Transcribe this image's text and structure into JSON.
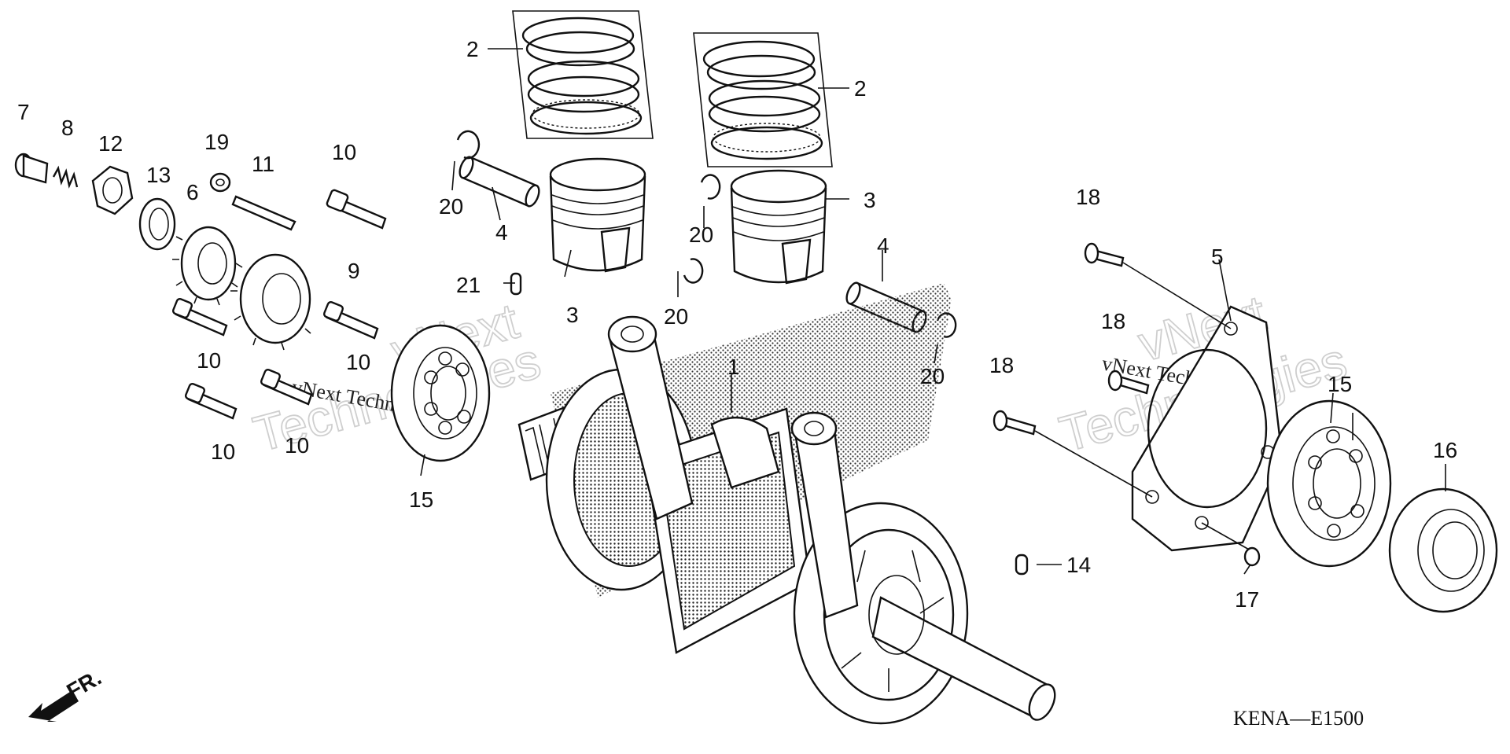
{
  "diagram_code": "KENA—E1500",
  "direction_label": "FR.",
  "watermark": {
    "large_line1": "vNext",
    "large_line2": "Technologies",
    "small": "vNext Technologies"
  },
  "callouts": {
    "c1": "1",
    "c2a": "2",
    "c2b": "2",
    "c3a": "3",
    "c3b": "3",
    "c4a": "4",
    "c4b": "4",
    "c5": "5",
    "c6": "6",
    "c7": "7",
    "c8": "8",
    "c9": "9",
    "c10a": "10",
    "c10b": "10",
    "c10c": "10",
    "c10d": "10",
    "c10e": "10",
    "c11": "11",
    "c12": "12",
    "c13": "13",
    "c14": "14",
    "c15a": "15",
    "c15b": "15",
    "c16": "16",
    "c17": "17",
    "c18a": "18",
    "c18b": "18",
    "c18c": "18",
    "c19": "19",
    "c20a": "20",
    "c20b": "20",
    "c20c": "20",
    "c20d": "20",
    "c21": "21"
  },
  "colors": {
    "ink": "#111111",
    "watermark": "#cfcfcf",
    "background": "#ffffff"
  }
}
